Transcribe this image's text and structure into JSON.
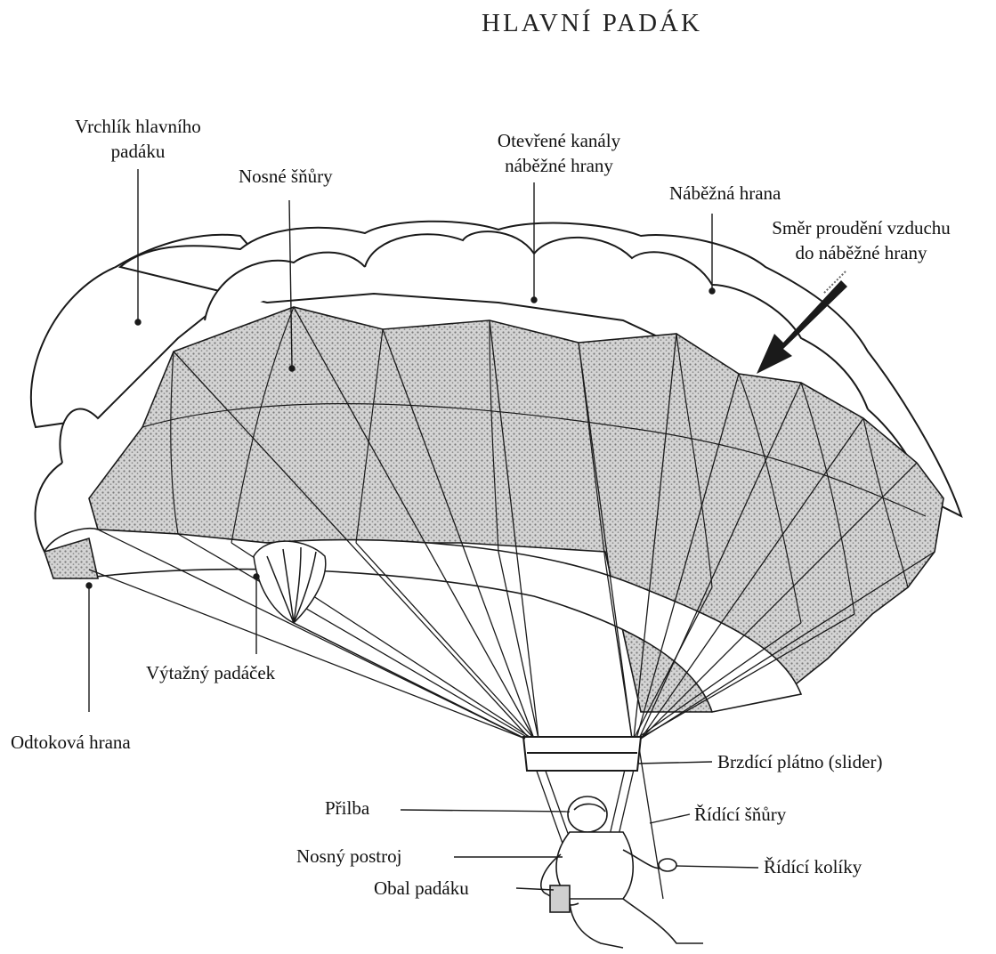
{
  "title": "HLAVNÍ PADÁK",
  "labels": {
    "crown": [
      "Vrchlík hlavního",
      "padáku"
    ],
    "suspension_lines": "Nosné šňůry",
    "open_cells": [
      "Otevřené kanály",
      "náběžné hrany"
    ],
    "leading_edge": "Náběžná hrana",
    "airflow": [
      "Směr proudění vzduchu",
      "do náběžné hrany"
    ],
    "pilot_chute": "Výtažný padáček",
    "trailing_edge": "Odtoková hrana",
    "slider": "Brzdící plátno (slider)",
    "helmet": "Přilba",
    "steering_lines": "Řídící šňůry",
    "harness": "Nosný postroj",
    "toggles": "Řídící kolíky",
    "container": "Obal padáku"
  },
  "colors": {
    "ink": "#1a1a1a",
    "fabric_shade": "#b5b5b5",
    "background": "#ffffff"
  }
}
